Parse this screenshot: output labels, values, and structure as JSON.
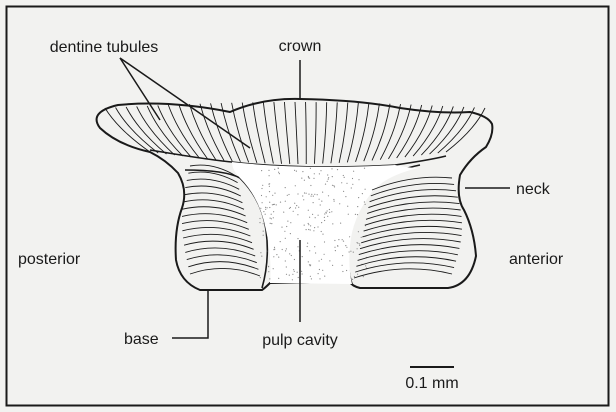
{
  "figure": {
    "labels": {
      "dentine_tubules": "dentine tubules",
      "crown": "crown",
      "neck": "neck",
      "posterior": "posterior",
      "anterior": "anterior",
      "base": "base",
      "pulp_cavity": "pulp cavity"
    },
    "scale_bar": {
      "label": "0.1 mm"
    },
    "colors": {
      "background": "#f2f2f0",
      "ink": "#1a1a1a",
      "pulp_fill": "#ffffff",
      "stipple": "#8a8a8a"
    }
  }
}
